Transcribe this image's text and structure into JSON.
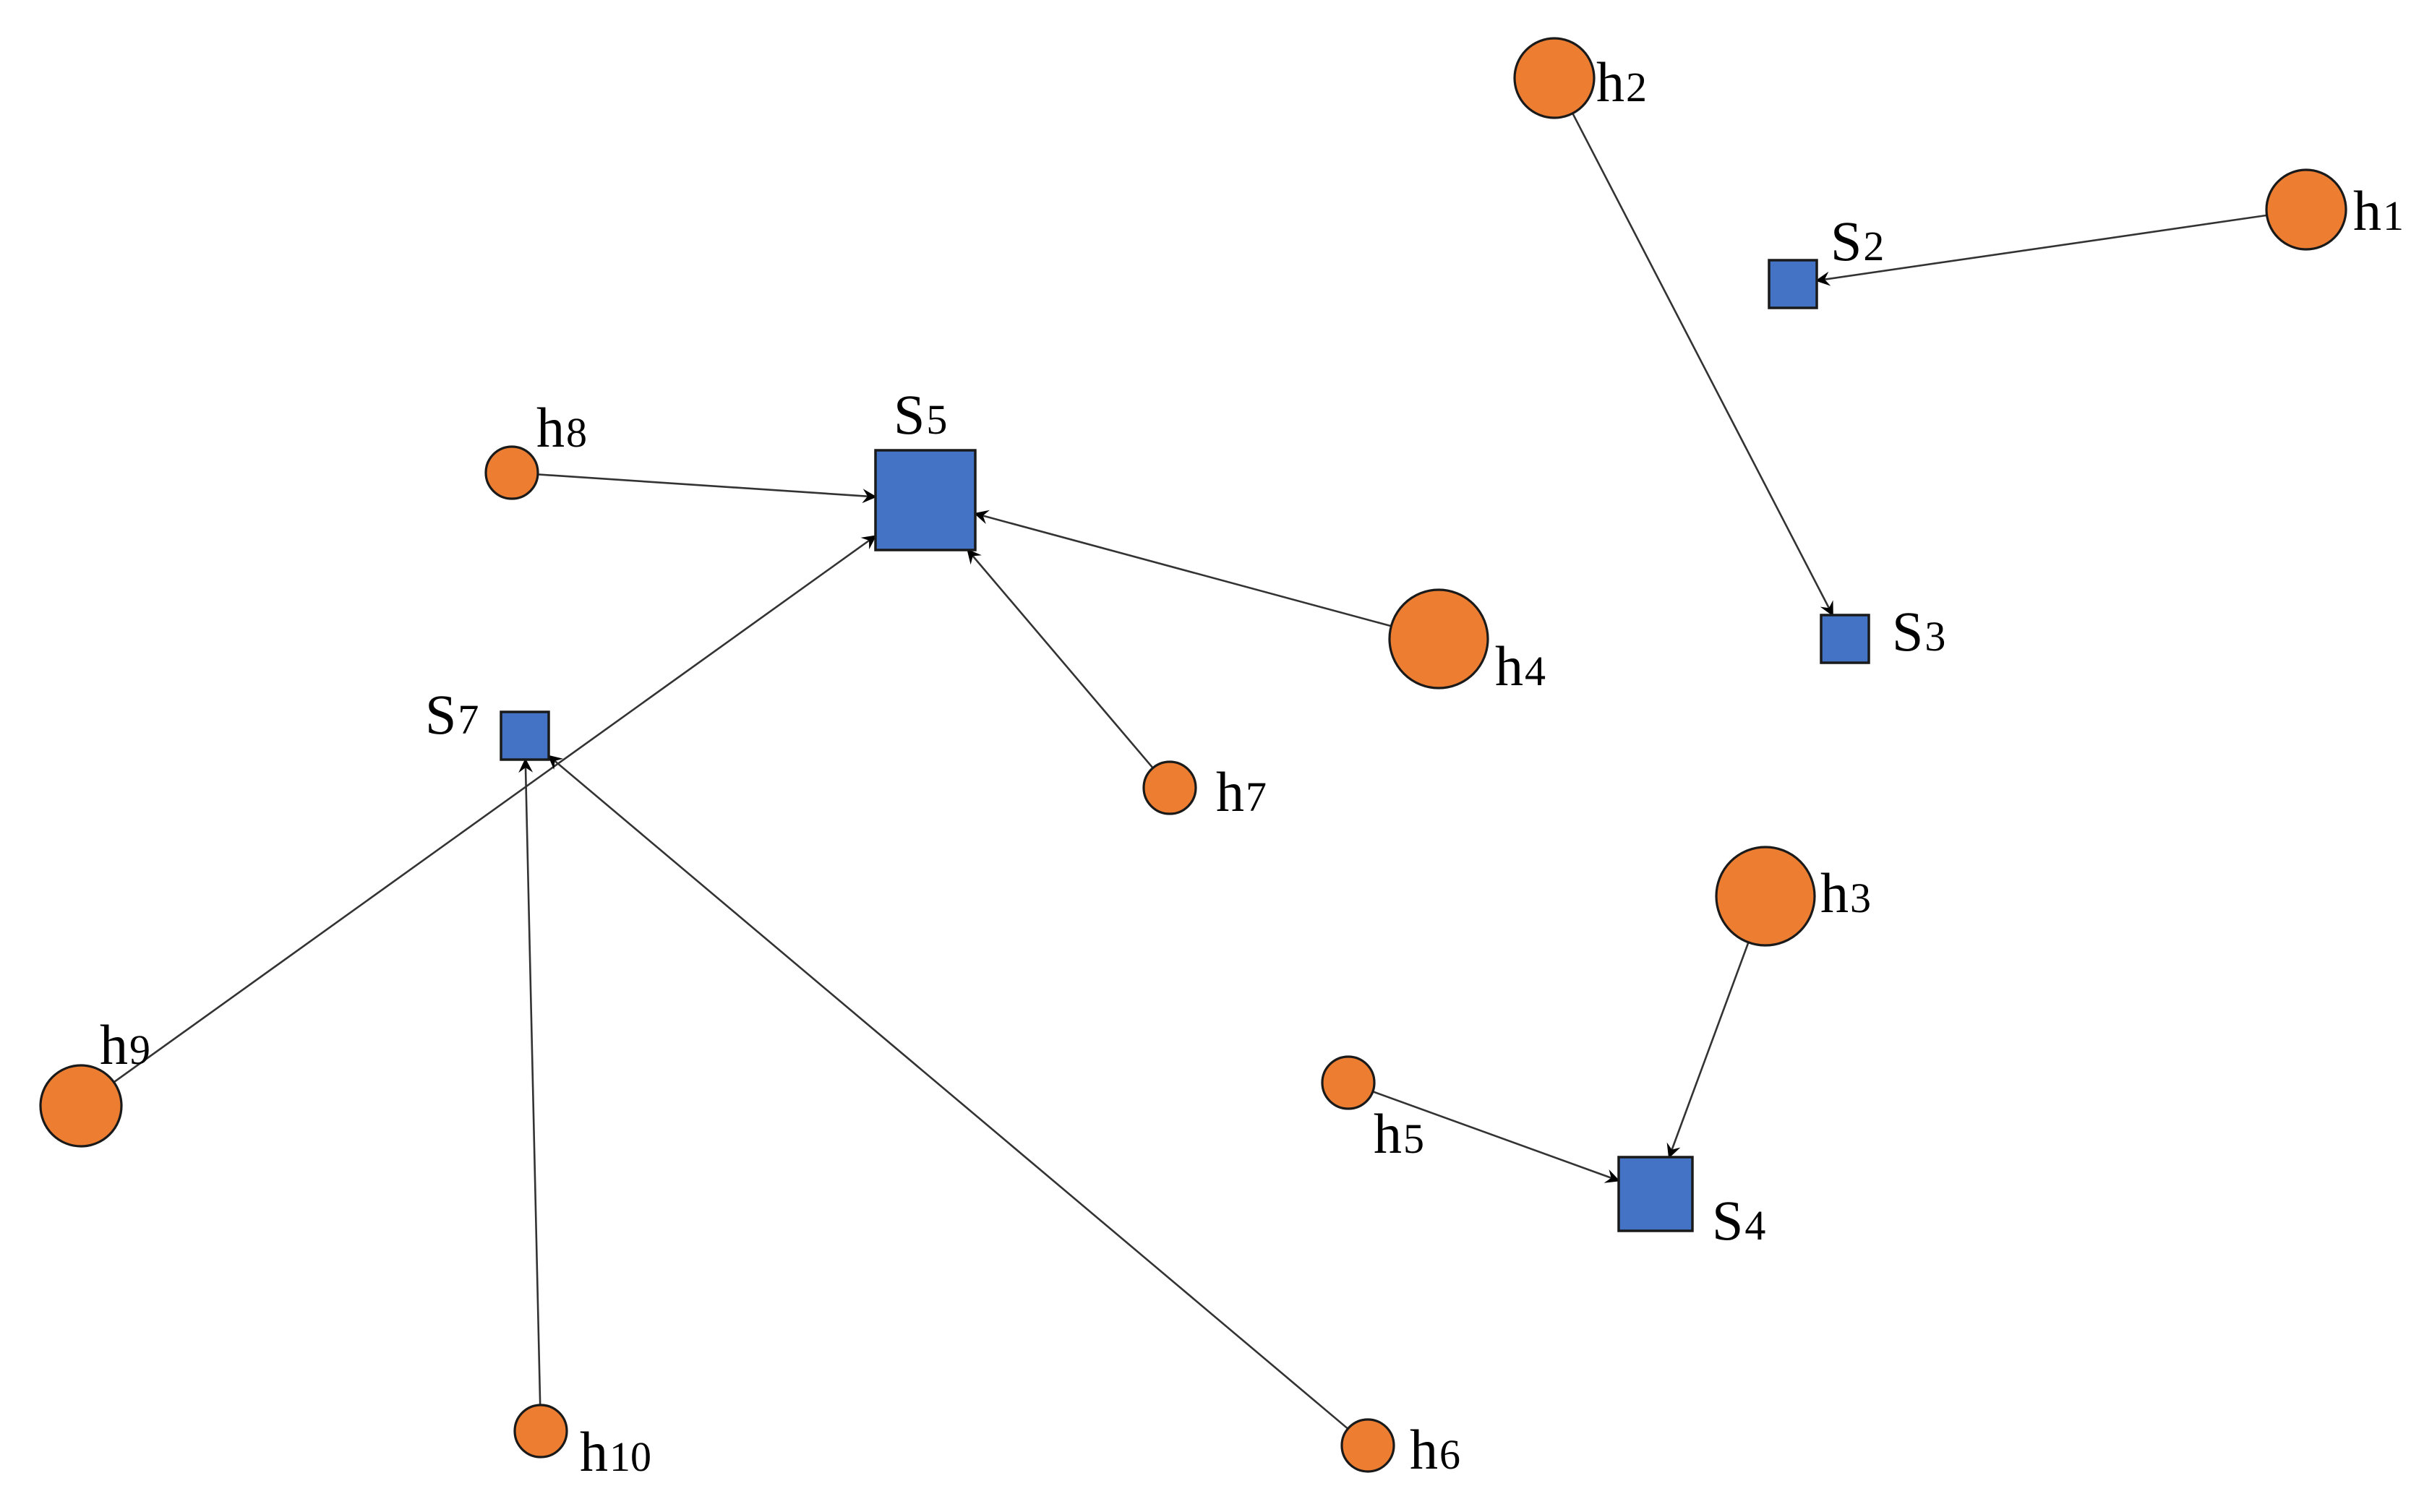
{
  "colors": {
    "host_fill": "#ED7D31",
    "switch_fill": "#4472C4",
    "edge": "#333333",
    "outline": "#1a1a1a"
  },
  "nodes": [
    {
      "id": "h1",
      "kind": "host",
      "prefix": "h",
      "sub": "1",
      "icon": "circle-node"
    },
    {
      "id": "h2",
      "kind": "host",
      "prefix": "h",
      "sub": "2",
      "icon": "circle-node"
    },
    {
      "id": "h3",
      "kind": "host",
      "prefix": "h",
      "sub": "3",
      "icon": "circle-node"
    },
    {
      "id": "h4",
      "kind": "host",
      "prefix": "h",
      "sub": "4",
      "icon": "circle-node"
    },
    {
      "id": "h5",
      "kind": "host",
      "prefix": "h",
      "sub": "5",
      "icon": "circle-node"
    },
    {
      "id": "h6",
      "kind": "host",
      "prefix": "h",
      "sub": "6",
      "icon": "circle-node"
    },
    {
      "id": "h7",
      "kind": "host",
      "prefix": "h",
      "sub": "7",
      "icon": "circle-node"
    },
    {
      "id": "h8",
      "kind": "host",
      "prefix": "h",
      "sub": "8",
      "icon": "circle-node"
    },
    {
      "id": "h9",
      "kind": "host",
      "prefix": "h",
      "sub": "9",
      "icon": "circle-node"
    },
    {
      "id": "h10",
      "kind": "host",
      "prefix": "h",
      "sub": "10",
      "icon": "circle-node"
    },
    {
      "id": "S2",
      "kind": "switch",
      "prefix": "S",
      "sub": "2",
      "icon": "square-node"
    },
    {
      "id": "S3",
      "kind": "switch",
      "prefix": "S",
      "sub": "3",
      "icon": "square-node"
    },
    {
      "id": "S4",
      "kind": "switch",
      "prefix": "S",
      "sub": "4",
      "icon": "square-node"
    },
    {
      "id": "S5",
      "kind": "switch",
      "prefix": "S",
      "sub": "5",
      "icon": "square-node"
    },
    {
      "id": "S7",
      "kind": "switch",
      "prefix": "S",
      "sub": "7",
      "icon": "square-node"
    }
  ],
  "edges": [
    {
      "from": "h1",
      "to": "S2"
    },
    {
      "from": "h2",
      "to": "S3"
    },
    {
      "from": "h3",
      "to": "S4"
    },
    {
      "from": "h5",
      "to": "S4"
    },
    {
      "from": "h8",
      "to": "S5"
    },
    {
      "from": "h4",
      "to": "S5"
    },
    {
      "from": "h7",
      "to": "S5"
    },
    {
      "from": "h9",
      "to": "S5"
    },
    {
      "from": "h10",
      "to": "S7"
    },
    {
      "from": "h6",
      "to": "S7"
    }
  ]
}
